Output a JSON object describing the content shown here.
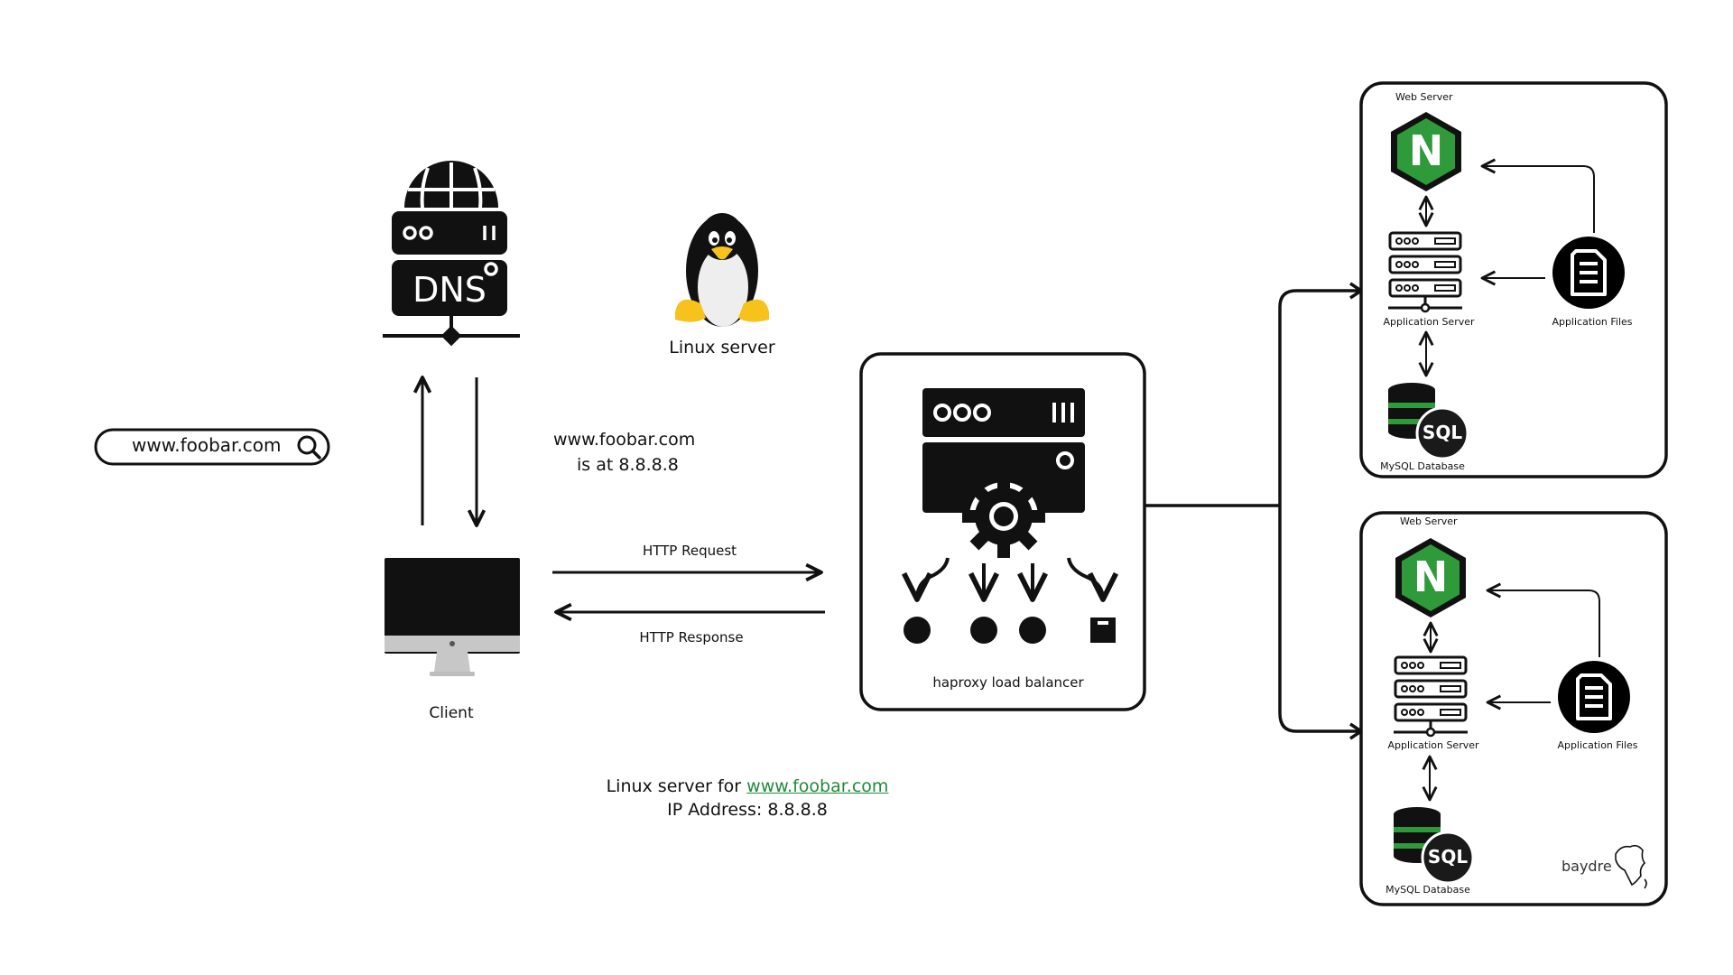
{
  "search": {
    "url": "www.foobar.com",
    "icon": "search-icon"
  },
  "dns": {
    "label": "DNS"
  },
  "linux": {
    "label": "Linux server"
  },
  "dns_answer": {
    "line1": "www.foobar.com",
    "line2": "is at  8.8.8.8"
  },
  "client": {
    "label": "Client"
  },
  "http": {
    "request": "HTTP Request",
    "response": "HTTP Response"
  },
  "load_balancer": {
    "label": "haproxy load balancer"
  },
  "footer": {
    "prefix": "Linux server for ",
    "link": "www.foobar.com",
    "ip": "IP Address: 8.8.8.8"
  },
  "server_stacks": [
    {
      "web_server": "Web Server",
      "nginx_letter": "N",
      "app_server": "Application Server",
      "app_files": "Application Files",
      "sql_badge": "SQL",
      "db": "MySQL Database"
    },
    {
      "web_server": "Web Server",
      "nginx_letter": "N",
      "app_server": "Application Server",
      "app_files": "Application Files",
      "sql_badge": "SQL",
      "db": "MySQL Database"
    }
  ],
  "logo": {
    "text": "baydre"
  },
  "colors": {
    "nginx_green": "#2e9a3a",
    "link_green": "#1f8b3a",
    "stroke": "#111111",
    "linux_yellow": "#f6c21b"
  }
}
